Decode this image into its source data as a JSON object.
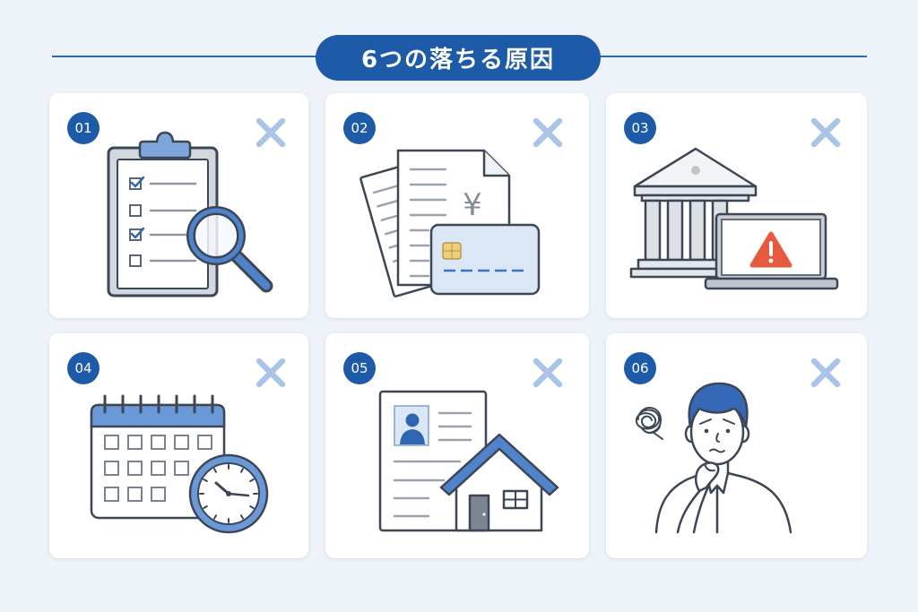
{
  "title": "6つの落ちる原因",
  "colors": {
    "background": "#eef3f9",
    "accent_blue": "#1d5aa7",
    "cross_mark": "#a9c4e6",
    "warning": "#e65b3f",
    "card": "#ffffff"
  },
  "cards": [
    {
      "number": "01",
      "icon": "clipboard-checklist-magnifier-icon",
      "status_icon": "cross-mark-icon"
    },
    {
      "number": "02",
      "icon": "documents-credit-card-icon",
      "status_icon": "cross-mark-icon",
      "document_symbol": "¥"
    },
    {
      "number": "03",
      "icon": "bank-laptop-warning-icon",
      "status_icon": "cross-mark-icon"
    },
    {
      "number": "04",
      "icon": "calendar-clock-icon",
      "status_icon": "cross-mark-icon"
    },
    {
      "number": "05",
      "icon": "resume-house-icon",
      "status_icon": "cross-mark-icon"
    },
    {
      "number": "06",
      "icon": "worried-man-icon",
      "status_icon": "cross-mark-icon"
    }
  ]
}
